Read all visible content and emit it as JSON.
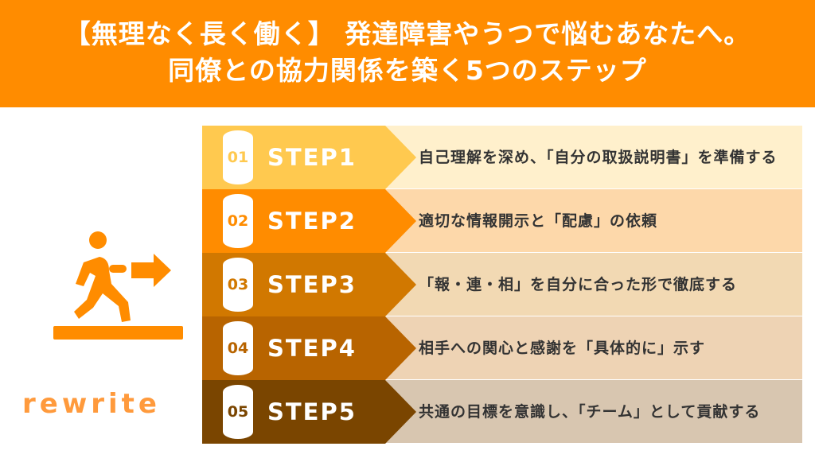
{
  "header": {
    "line1": "【無理なく長く働く】 発達障害やうつで悩むあなたへ。",
    "line2": "同僚との協力関係を築く5つのステップ"
  },
  "steps": [
    {
      "num": "01",
      "label": "STEP1",
      "desc": "自己理解を深め、「自分の取扱説明書」を準備する",
      "color": "#ffc94f",
      "bg": "#fff0cc"
    },
    {
      "num": "02",
      "label": "STEP2",
      "desc": "適切な情報開示と「配慮」の依頼",
      "color": "#ff8c00",
      "bg": "#fdd8aa"
    },
    {
      "num": "03",
      "label": "STEP3",
      "desc": "「報・連・相」を自分に合った形で徹底する",
      "color": "#d17800",
      "bg": "#f2d9b3"
    },
    {
      "num": "04",
      "label": "STEP4",
      "desc": "相手への関心と感謝を「具体的に」示す",
      "color": "#b86400",
      "bg": "#eed3b4"
    },
    {
      "num": "05",
      "label": "STEP5",
      "desc": "共通の目標を意識し、「チーム」として貢献する",
      "color": "#7a4500",
      "bg": "#d8c6b0"
    }
  ],
  "logo": {
    "text": "rewrite"
  },
  "icons": {
    "illustration": "walking-person-exit-icon"
  }
}
